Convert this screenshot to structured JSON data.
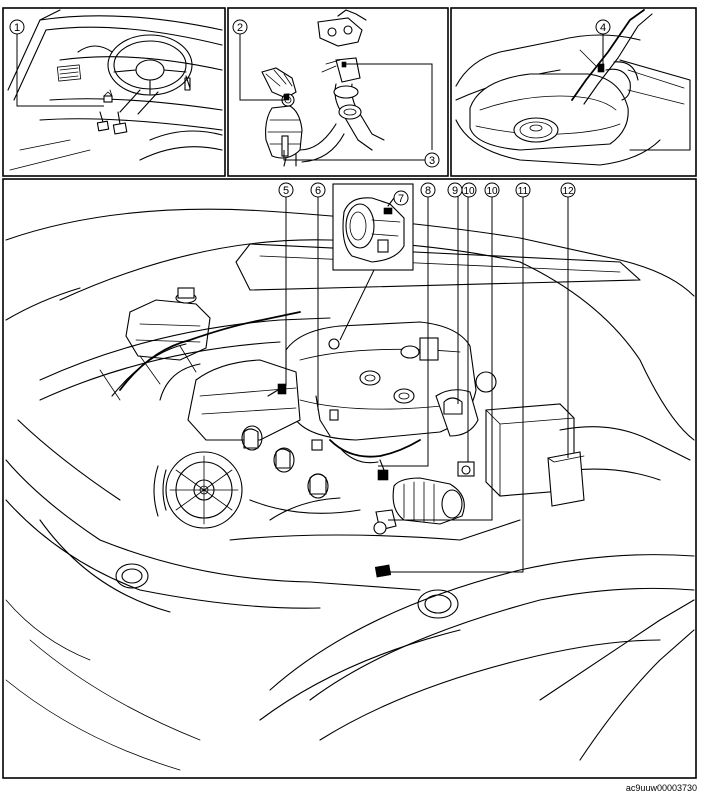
{
  "callouts": {
    "c1": "1",
    "c2": "2",
    "c3": "3",
    "c4": "4",
    "c5": "5",
    "c6": "6",
    "c7": "7",
    "c8": "8",
    "c9": "9",
    "c10a": "10",
    "c10b": "10",
    "c11": "11",
    "c12": "12"
  },
  "figure_code": "ac9uuw00003730"
}
